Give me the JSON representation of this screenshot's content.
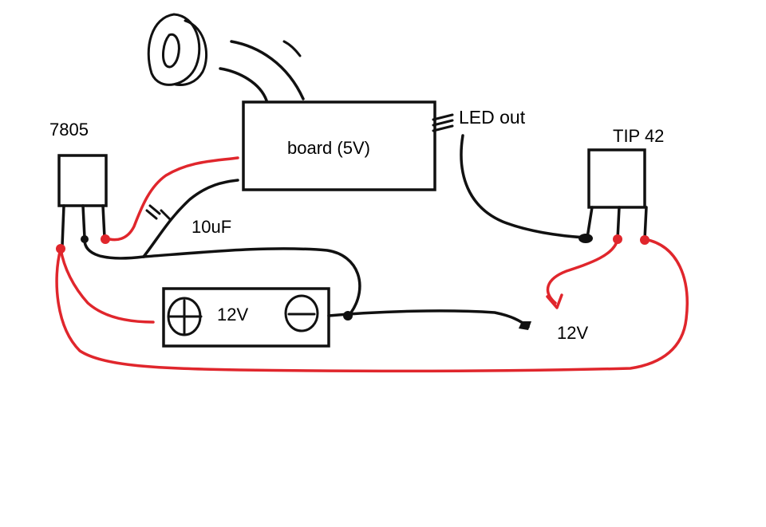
{
  "labels": {
    "regulator": "7805",
    "board": "board (5V)",
    "led_out": "LED out",
    "transistor": "TIP 42",
    "capacitor": "10uF",
    "battery": "12V",
    "output_voltage": "12V"
  },
  "colors": {
    "positive_wire": "#e0262c",
    "negative_wire": "#111111",
    "background": "#ffffff"
  }
}
